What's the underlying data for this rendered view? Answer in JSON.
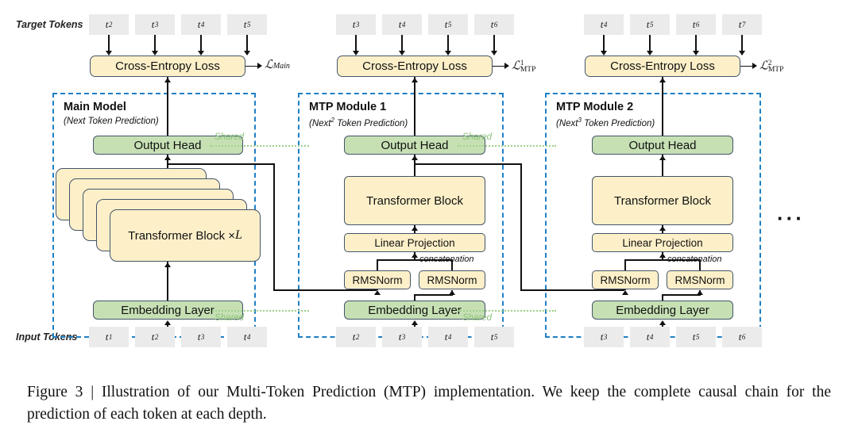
{
  "figure": {
    "row_labels": {
      "target": "Target Tokens",
      "input": "Input Tokens"
    },
    "shared_label": "Shared",
    "ellipsis": "···",
    "concatenation_label": "concatenation",
    "caption": "Figure 3 | Illustration of our Multi-Token Prediction (MTP) implementation.  We keep the complete causal chain for the prediction of each token at each depth.",
    "colors": {
      "module_border": "#1f7fc4",
      "yellow_fill": "#fdf0c9",
      "green_fill": "#c6e0b4",
      "box_border": "#44546a",
      "token_fill": "#ebebeb",
      "shared_green": "#8bc47c",
      "connector": "#111111"
    },
    "columns": [
      {
        "id": "main-model",
        "title": "Main Model",
        "subtitle_pre": "(Next",
        "subtitle_sup": "",
        "subtitle_post": " Token Prediction)",
        "loss_box": "Cross-Entropy Loss",
        "loss_symbol_base": "ℒ",
        "loss_symbol_sub": "Main",
        "loss_symbol_sup": "",
        "target_tokens": [
          "t2",
          "t3",
          "t4",
          "t5"
        ],
        "input_tokens": [
          "t1",
          "t2",
          "t3",
          "t4"
        ],
        "output_head": "Output Head",
        "trunk": "Transformer Block × L",
        "embedding": "Embedding Layer"
      },
      {
        "id": "mtp-module-1",
        "title": "MTP Module 1",
        "subtitle_pre": "(Next",
        "subtitle_sup": "2",
        "subtitle_post": " Token Prediction)",
        "loss_box": "Cross-Entropy Loss",
        "loss_symbol_base": "ℒ",
        "loss_symbol_sub": "MTP",
        "loss_symbol_sup": "1",
        "target_tokens": [
          "t3",
          "t4",
          "t5",
          "t6"
        ],
        "input_tokens": [
          "t2",
          "t3",
          "t4",
          "t5"
        ],
        "output_head": "Output Head",
        "transformer": "Transformer Block",
        "linear": "Linear Projection",
        "norm_left": "RMSNorm",
        "norm_right": "RMSNorm",
        "embedding": "Embedding Layer"
      },
      {
        "id": "mtp-module-2",
        "title": "MTP Module 2",
        "subtitle_pre": "(Next",
        "subtitle_sup": "3",
        "subtitle_post": " Token Prediction)",
        "loss_box": "Cross-Entropy Loss",
        "loss_symbol_base": "ℒ",
        "loss_symbol_sub": "MTP",
        "loss_symbol_sup": "2",
        "target_tokens": [
          "t4",
          "t5",
          "t6",
          "t7"
        ],
        "input_tokens": [
          "t3",
          "t4",
          "t5",
          "t6"
        ],
        "output_head": "Output Head",
        "transformer": "Transformer Block",
        "linear": "Linear Projection",
        "norm_left": "RMSNorm",
        "norm_right": "RMSNorm",
        "embedding": "Embedding Layer"
      }
    ]
  }
}
